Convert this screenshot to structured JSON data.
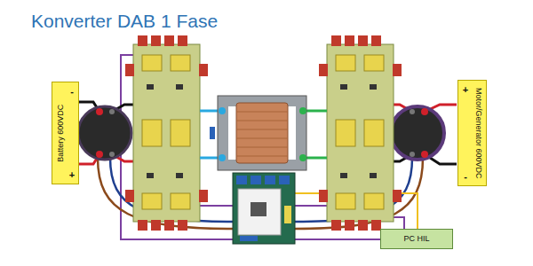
{
  "diagram": {
    "title": "Konverter DAB 1 Fase",
    "nodes": [
      {
        "text": [
          "Battery 600VDC",
          "-",
          "+"
        ]
      },
      {
        "text": [
          "Motor/Generator 600VDC",
          "+",
          "-"
        ]
      },
      {
        "text": [
          "PC HIL"
        ]
      }
    ]
  }
}
